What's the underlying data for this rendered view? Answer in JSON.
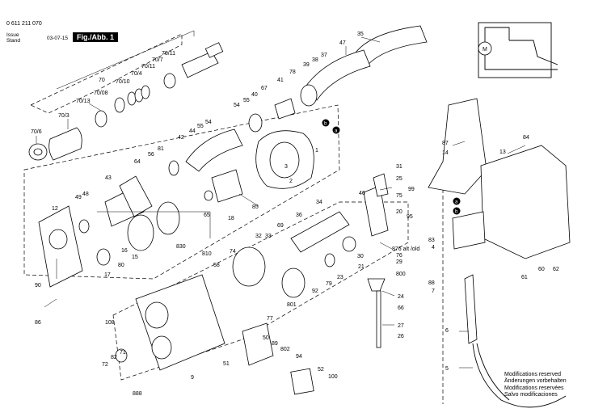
{
  "header": {
    "doc_number": "0 611 211 070",
    "issue_label": "Issue",
    "stand_label": "Stand",
    "date": "03-07-15",
    "figure_label": "Fig./Abb. 1"
  },
  "part_numbers": {
    "p70_6": "70/6",
    "p70_3": "70/3",
    "p70_13": "70/13",
    "p70": "70",
    "p70_08": "70/08",
    "p70_10": "70/10",
    "p70_4": "70/4",
    "p70_11": "70/11",
    "p70_7": "70/7",
    "p70_11b": "70/11",
    "p47": "47",
    "p35": "35",
    "p37": "37",
    "p38": "38",
    "p39": "39",
    "p78": "78",
    "p41": "41",
    "p67": "67",
    "p40": "40",
    "p55": "55",
    "p54": "54",
    "p44": "44",
    "p55b": "55",
    "p54b": "54",
    "p42": "42",
    "p56": "56",
    "p81": "81",
    "p64": "64",
    "p43": "43",
    "p3": "3",
    "p2": "2",
    "p1": "1",
    "p85": "85",
    "p18": "18",
    "p49": "49",
    "p48": "48",
    "p12": "12",
    "p65": "65",
    "p830": "830",
    "p16": "16",
    "p15": "15",
    "p80": "80",
    "p17": "17",
    "p90": "90",
    "p86": "86",
    "p46": "46",
    "p31": "31",
    "p25": "25",
    "p75": "75",
    "p99": "99",
    "p34": "34",
    "p20": "20",
    "p36": "36",
    "p69": "69",
    "p33": "33",
    "p32": "32",
    "p95": "95",
    "p876": "876 alt /old",
    "p76": "76",
    "p74": "74",
    "p810": "810",
    "p58": "58",
    "p30": "30",
    "p29": "29",
    "p21": "21",
    "p23": "23",
    "p79": "79",
    "p92": "92",
    "p800": "800",
    "p77": "77",
    "p801": "801",
    "p24": "24",
    "p66": "66",
    "p27": "27",
    "p26": "26",
    "p108": "108",
    "p50": "50",
    "p89": "89",
    "p802": "802",
    "p51": "51",
    "p94": "94",
    "p52": "52",
    "p100": "100",
    "p9": "9",
    "p888": "888",
    "p72": "72",
    "p82": "82",
    "p71": "71",
    "p87": "87",
    "p14": "14",
    "p84": "84",
    "p13": "13",
    "p83": "83",
    "p4": "4",
    "p88": "88",
    "p7": "7",
    "p61": "61",
    "p60": "60",
    "p62": "62",
    "p6": "6",
    "p5": "5",
    "pa": "a",
    "pb": "b",
    "pa2": "a",
    "pb2": "b"
  },
  "schematic": {
    "motor_symbol": "M"
  },
  "notes": [
    "Modifications reserved",
    "Änderungen vorbehalten",
    "Modifications reservées",
    "Salvo modificaciones"
  ]
}
